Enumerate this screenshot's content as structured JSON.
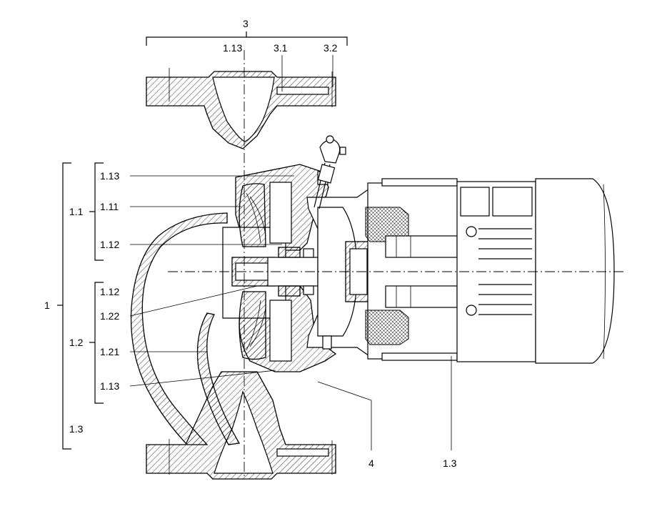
{
  "labels": {
    "assembly": "1",
    "pump_housing_group": "1.1",
    "impeller_housing": "1.11",
    "seal_a": "1.12",
    "gasket_a": "1.13",
    "lantern_group": "1.2",
    "seal_b": "1.12",
    "shaft_part": "1.22",
    "lantern": "1.21",
    "gasket_b": "1.13",
    "motor_group_left": "1.3",
    "motor_group_bottom": "1.3",
    "top_group": "3",
    "top_centerline": "1.13",
    "top_flange": "3.1",
    "top_screw": "3.2",
    "bolt": "4"
  },
  "colors": {
    "ink": "#000000",
    "paper": "#ffffff"
  }
}
